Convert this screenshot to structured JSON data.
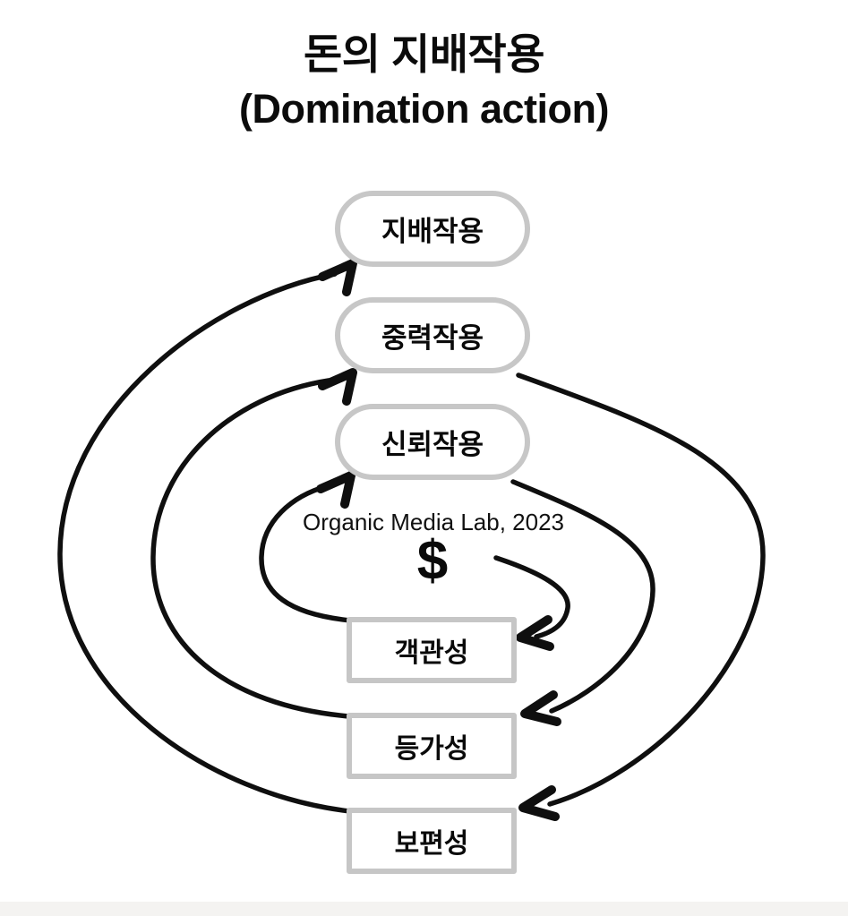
{
  "title": {
    "line1": "돈의 지배작용",
    "line2": "(Domination action)"
  },
  "watermark": "Organic Media Lab, 2023",
  "currency_symbol": "$",
  "stages": [
    {
      "label": "지배작용"
    },
    {
      "label": "중력작용"
    },
    {
      "label": "신뢰작용"
    }
  ],
  "foundations": [
    {
      "label": "객관성"
    },
    {
      "label": "등가성"
    },
    {
      "label": "보편성"
    }
  ],
  "edges": [
    {
      "from": "$",
      "to": "객관성",
      "side": "right-hook"
    },
    {
      "from": "객관성",
      "to": "신뢰작용",
      "side": "left"
    },
    {
      "from": "신뢰작용",
      "to": "등가성",
      "side": "right"
    },
    {
      "from": "등가성",
      "to": "중력작용",
      "side": "left"
    },
    {
      "from": "중력작용",
      "to": "보편성",
      "side": "right"
    },
    {
      "from": "보편성",
      "to": "지배작용",
      "side": "left"
    }
  ],
  "colors": {
    "arrow_stroke": "#0f0f0f",
    "box_border": "#c7c7c7",
    "background": "#ffffff",
    "footer_strip": "#f4f3f1"
  }
}
